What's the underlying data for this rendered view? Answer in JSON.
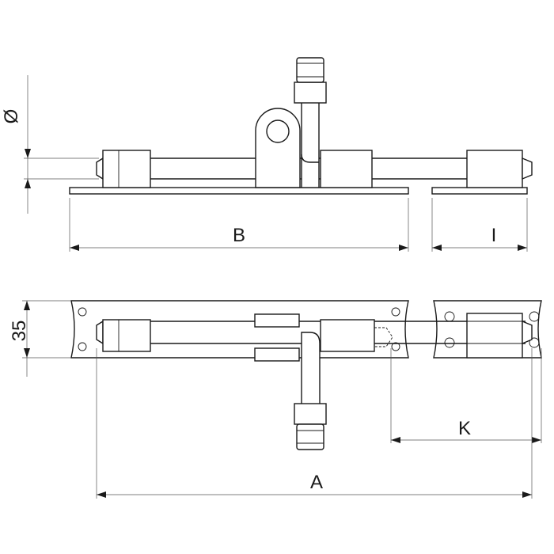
{
  "labels": {
    "diameter": "Ø",
    "length_b": "B",
    "length_i": "I",
    "height": "35",
    "length_k": "K",
    "length_a": "A"
  }
}
